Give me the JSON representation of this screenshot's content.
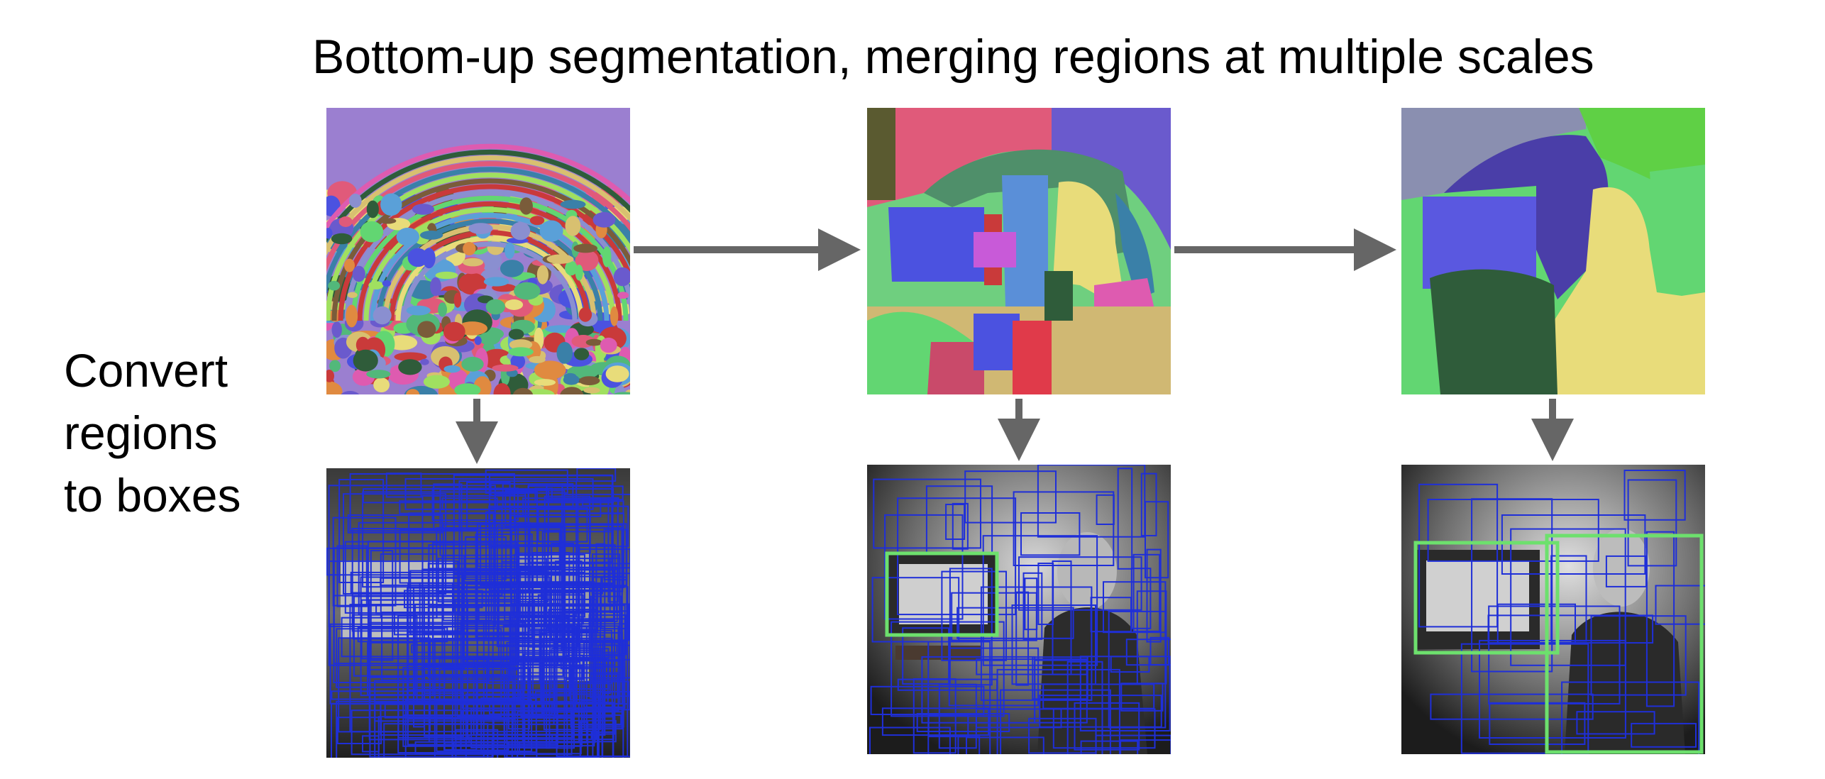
{
  "title": "Bottom-up segmentation, merging regions at multiple scales",
  "side_label": {
    "line1": "Convert",
    "line2": "regions",
    "line3": "to boxes"
  },
  "colors": {
    "arrow": "#666666",
    "proposal_box": "#1f2fd8",
    "selected_box": "#6de06d",
    "seg_palette": [
      "#e05a7a",
      "#6a5acd",
      "#5aa0d8",
      "#e8dc7a",
      "#62d672",
      "#4b52e0",
      "#2f5c3a",
      "#de5bb0",
      "#8a8fd0",
      "#d8c070",
      "#52b87a",
      "#c93a3a",
      "#7a5c3a",
      "#3a80a8",
      "#e08a40",
      "#a0e060"
    ]
  },
  "stages": [
    {
      "segmentation": "fine",
      "proposals": "many"
    },
    {
      "segmentation": "medium",
      "proposals": "medium"
    },
    {
      "segmentation": "coarse",
      "proposals": "few"
    }
  ]
}
